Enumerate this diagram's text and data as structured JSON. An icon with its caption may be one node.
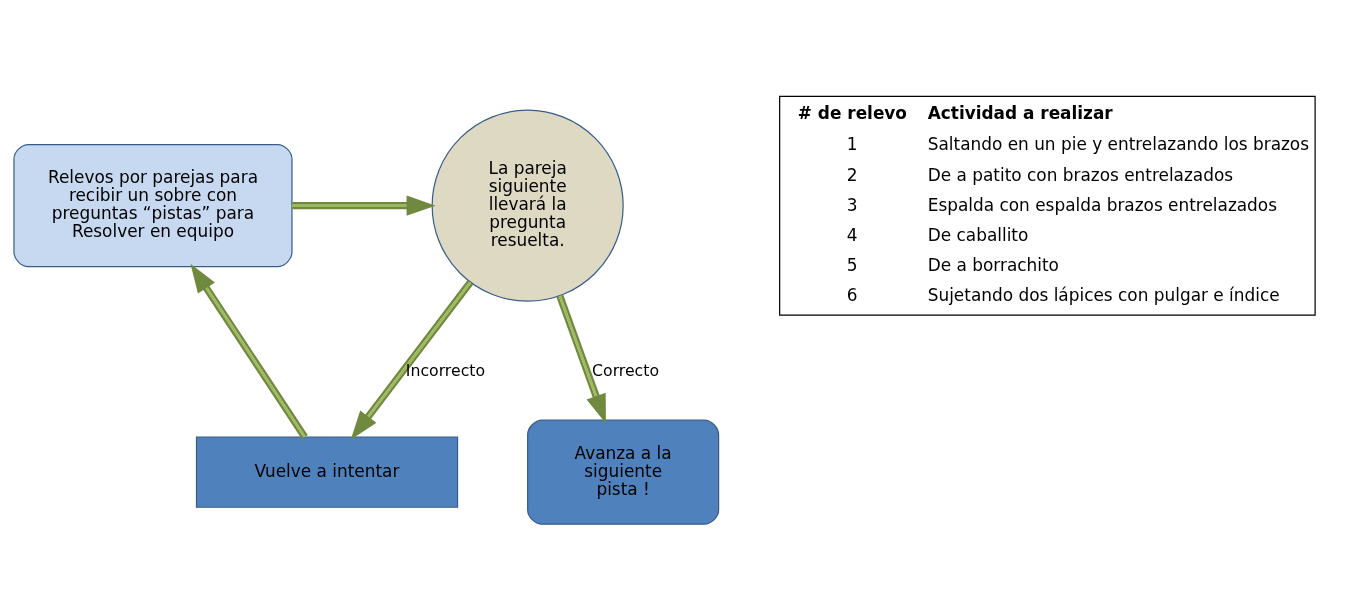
{
  "diagram": {
    "nodes": [
      {
        "text": [
          "Relevos por parejas para recibir un sobre con preguntas “pistas” para Resolver en equipo"
        ]
      },
      {
        "text": [
          "La pareja siguiente llevará la pregunta resuelta."
        ]
      },
      {
        "text": [
          "Vuelve a intentar"
        ]
      },
      {
        "text": [
          "Avanza a la siguiente pista !"
        ]
      }
    ],
    "edges": [
      {
        "from": 0,
        "to": 1,
        "arrow": "to"
      },
      {
        "from": 1,
        "to": 2,
        "arrow": "to",
        "label": "Incorrecto"
      },
      {
        "from": 1,
        "to": 3,
        "arrow": "to",
        "label": "Correcto"
      },
      {
        "from": 2,
        "to": 0,
        "arrow": "to"
      }
    ],
    "labels": [
      "# de relevo",
      "Actividad a realizar",
      "1",
      "Saltando en un pie y entrelazando los brazos",
      "2",
      "De a patito con brazos entrelazados",
      "3",
      "Espalda con espalda brazos entrelazados",
      "4",
      "De caballito",
      "5",
      "De a borrachito",
      "6",
      "Sujetando dos lápices con pulgar e índice"
    ]
  }
}
